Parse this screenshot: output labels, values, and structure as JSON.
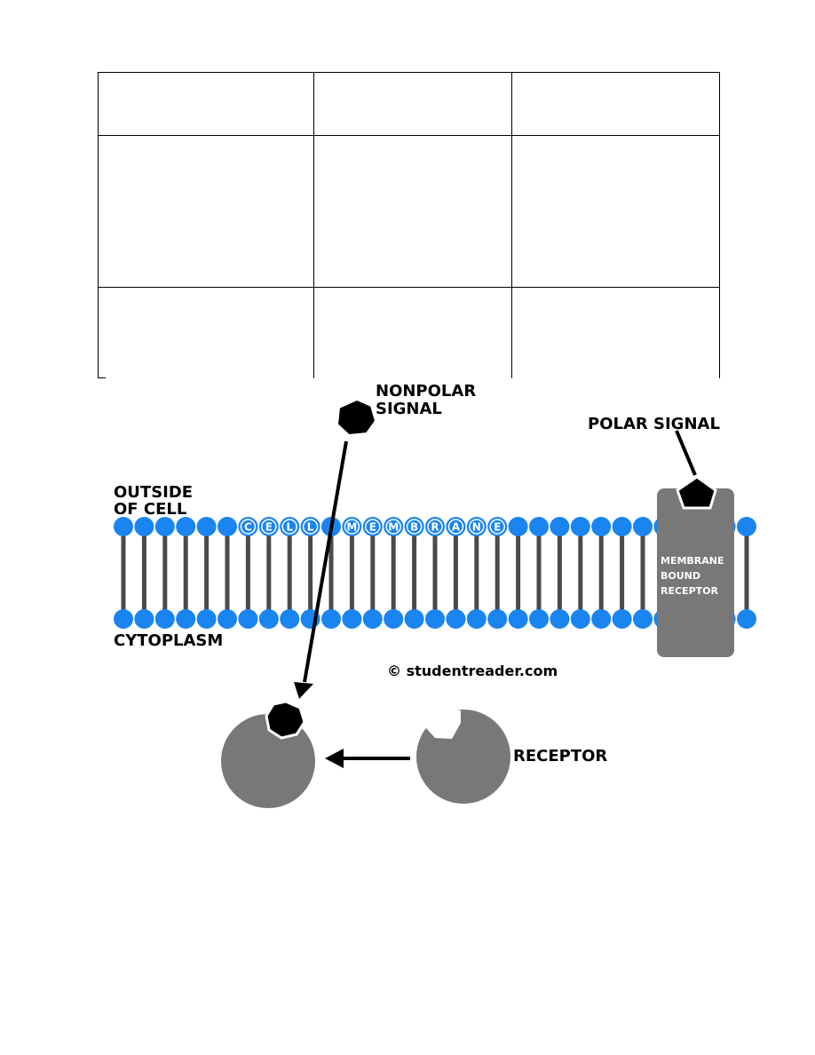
{
  "table": {
    "rows": [
      [
        "",
        "",
        ""
      ],
      [
        "",
        "",
        ""
      ],
      [
        "",
        "",
        ""
      ]
    ]
  },
  "diagram": {
    "labels": {
      "nonpolar_line1": "NONPOLAR",
      "nonpolar_line2": "SIGNAL",
      "polar": "POLAR SIGNAL",
      "outside_line1": "OUTSIDE",
      "outside_line2": "OF CELL",
      "cytoplasm": "CYTOPLASM",
      "copyright": "© studentreader.com",
      "receptor": "RECEPTOR",
      "membrane_receptor_line1": "MEMBRANE",
      "membrane_receptor_line2": "BOUND",
      "membrane_receptor_line3": "RECEPTOR"
    },
    "membrane_letters": [
      "C",
      "E",
      "L",
      "L",
      "M",
      "E",
      "M",
      "B",
      "R",
      "A",
      "N",
      "E"
    ],
    "colors": {
      "phospholipid_head": "#1a84f0",
      "tail": "#4a4a4a",
      "receptor": "#787878",
      "signal": "#000000"
    },
    "icons": [
      "heptagon-signal-icon",
      "pentagon-signal-icon",
      "arrow-icon"
    ]
  }
}
